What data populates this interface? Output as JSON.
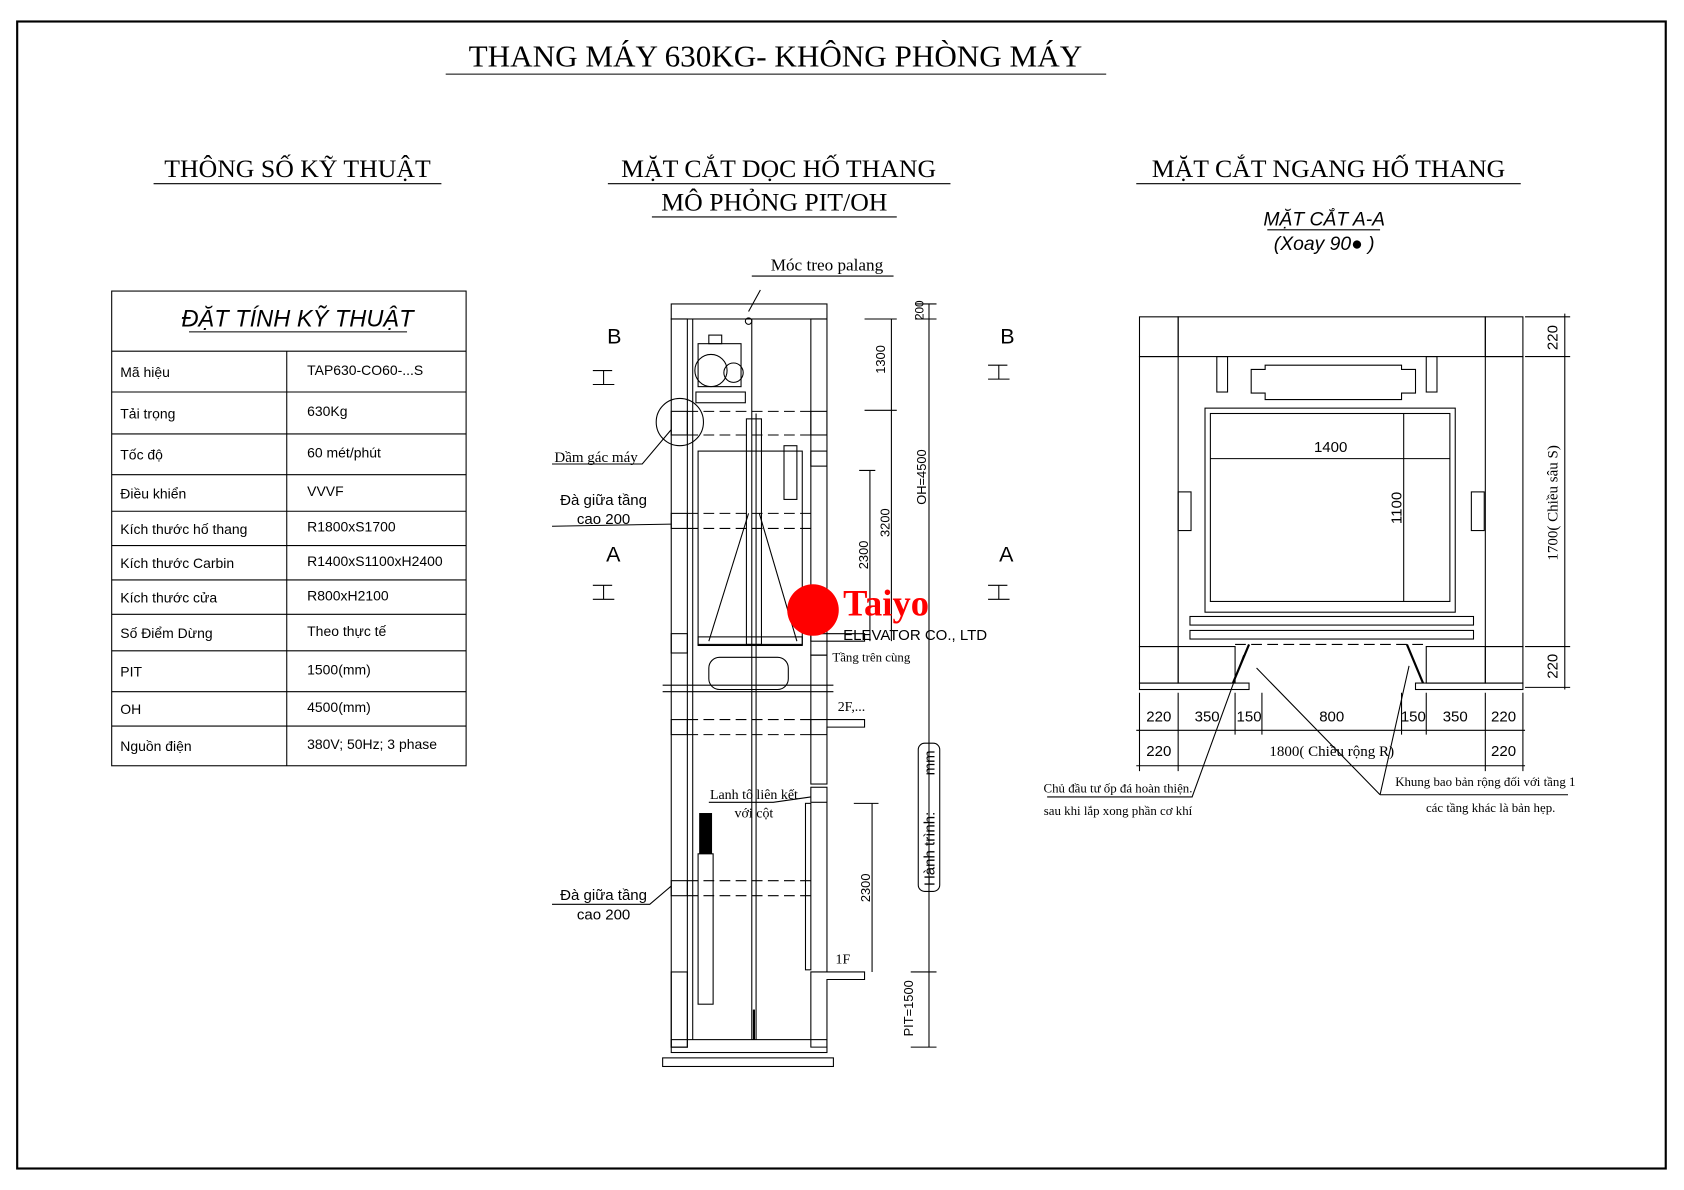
{
  "title": "THANG MÁY 630KG- KHÔNG PHÒNG MÁY",
  "specs": {
    "heading": "THÔNG SỐ KỸ THUẬT",
    "table_title": "ĐẶT TÍNH KỸ THUẬT",
    "rows": [
      {
        "label": "Mã hiệu",
        "value": "TAP630-CO60-...S"
      },
      {
        "label": "Tải trọng",
        "value": "630Kg"
      },
      {
        "label": "Tốc độ",
        "value": "60 mét/phút"
      },
      {
        "label": "Điều khiển",
        "value": "VVVF"
      },
      {
        "label": "Kích thước hố thang",
        "value": "R1800xS1700"
      },
      {
        "label": "Kích thước Carbin",
        "value": "R1400xS1100xH2400"
      },
      {
        "label": "Kích thước cửa",
        "value": "R800xH2100"
      },
      {
        "label": "Số Điểm Dừng",
        "value": "Theo thực tế"
      },
      {
        "label": "PIT",
        "value": "1500(mm)"
      },
      {
        "label": "OH",
        "value": "4500(mm)"
      },
      {
        "label": "Nguồn điện",
        "value": "380V; 50Hz; 3 phase"
      }
    ]
  },
  "long_section": {
    "heading_1": "MẶT CẮT DỌC HỐ THANG",
    "heading_2": "MÔ PHỎNG PIT/OH",
    "labels": {
      "hook": "Móc treo palang",
      "machine_beam": "Dầm gác máy",
      "mid_beam_1a": "Đà giữa tầng",
      "mid_beam_1b": "cao 200",
      "mid_beam_2a": "Đà giữa tầng",
      "mid_beam_2b": "cao 200",
      "lintel_a": "Lanh tô liên kết",
      "lintel_b": "với cột",
      "floor_2": "2F,...",
      "floor_1": "1F",
      "top_floor": "Tầng trên cùng",
      "section_b": "B",
      "section_a": "A"
    },
    "dimensions": {
      "d200": "200",
      "d1300": "1300",
      "d3200": "3200",
      "d2300_top": "2300",
      "d2300_bottom": "2300",
      "oh": "OH=4500",
      "pit": "PIT=1500",
      "travel": "Hành trình:",
      "travel_unit": "mm"
    }
  },
  "logo": {
    "name": "Taiyo",
    "subtitle": "ELEVATOR CO., LTD",
    "color": "#ff0000"
  },
  "cross_section": {
    "heading": "MẶT CẮT NGANG HỐ THANG",
    "sub_1": "MẶT CẮT A-A",
    "sub_2": "(Xoay 90● )",
    "dims_row1": [
      "220",
      "350",
      "150",
      "800",
      "150",
      "350",
      "220"
    ],
    "dims_row2": [
      "220",
      "1800( Chiều rộng R)",
      "220"
    ],
    "dims_right": [
      "220",
      "1700( Chiều sâu S)",
      "220"
    ],
    "car_width": "1400",
    "car_depth": "1100",
    "note_left_1": "Chủ đầu tư ốp đá hoàn thiện.",
    "note_left_2": "sau khi lắp xong phần cơ khí",
    "note_right_1": "Khung bao bản rộng đối với tầng 1",
    "note_right_2": "các tầng khác là bản hẹp."
  }
}
